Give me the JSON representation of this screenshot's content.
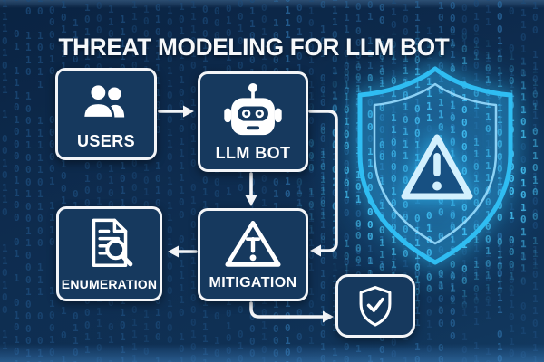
{
  "title": "THREAT MODELING FOR LLM BOT",
  "nodes": {
    "users": {
      "label": "USERS",
      "icon": "users-icon"
    },
    "llm_bot": {
      "label": "LLM BOT",
      "icon": "robot-icon"
    },
    "enumeration": {
      "label": "ENUMERATION",
      "icon": "document-search-icon"
    },
    "mitigation": {
      "label": "MITIGATION",
      "icon": "warning-triangle-icon"
    },
    "verified": {
      "label": "",
      "icon": "shield-check-icon"
    }
  },
  "shield_graphic": {
    "icon": "shield-alert-icon",
    "inner_icon": "warning-triangle-icon"
  },
  "edges": [
    {
      "from": "USERS",
      "to": "LLM BOT",
      "route": "right"
    },
    {
      "from": "LLM BOT",
      "to": "MITIGATION",
      "route": "down"
    },
    {
      "from": "LLM BOT",
      "to": "MITIGATION",
      "route": "right-loop"
    },
    {
      "from": "MITIGATION",
      "to": "ENUMERATION",
      "route": "left"
    },
    {
      "from": "MITIGATION",
      "to": "SHIELD-CHECK",
      "route": "down-right"
    }
  ],
  "background": {
    "pattern": "binary-digits",
    "chars": "01",
    "columns": 47,
    "rows": 31
  },
  "colors": {
    "bg_dark": "#0a2342",
    "bg_base": "#0e2c4f",
    "box_fill": "#16395e",
    "box_border": "#f3f5f8",
    "arrow": "#f3f5f8",
    "text": "#ffffff",
    "digit_dim": "#1d4d7d",
    "digit_mid": "#2a699f",
    "digit_cyan": "#4ac9f8",
    "shield_stroke": "#2fbdf2",
    "shield_inner_stroke": "#9adeff",
    "triangle_light": "#d2f0fe",
    "triangle_fill": "#175082"
  }
}
